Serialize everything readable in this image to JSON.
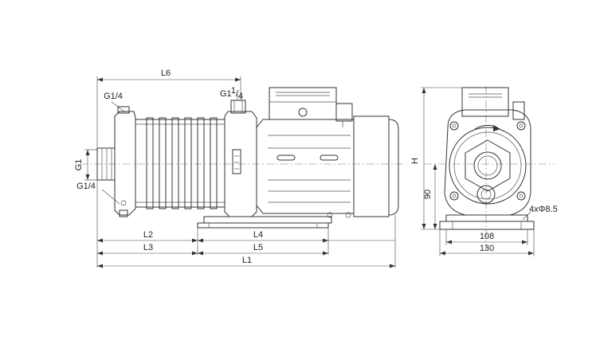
{
  "dimensions": {
    "L1": "L1",
    "L2": "L2",
    "L3": "L3",
    "L4": "L4",
    "L5": "L5",
    "L6": "L6",
    "H": "H",
    "h90": "90",
    "w108": "108",
    "w130": "130",
    "bolt_holes": "4xΦ8.5"
  },
  "connections": {
    "g14_top": "G1/4",
    "g14_bottom": "G1/4",
    "g1": "G1",
    "g114_main": "G1",
    "g114_sup": "1",
    "g114_sub": "4"
  }
}
